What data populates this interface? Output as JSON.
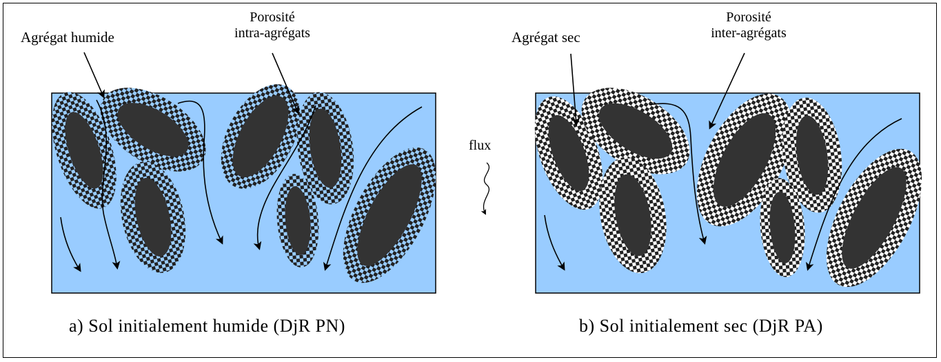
{
  "panel_a": {
    "label_aggregate": "Agrégat humide",
    "label_porosity": [
      "Porosité",
      "intra-agrégats"
    ],
    "caption": "a) Sol initialement humide (DjR PN)"
  },
  "panel_b": {
    "label_aggregate": "Agrégat sec",
    "label_porosity": [
      "Porosité",
      "inter-agrégats"
    ],
    "caption": "b) Sol initialement sec (DjR PA)"
  },
  "flux_label": "flux",
  "colors": {
    "water": "#99ccff",
    "aggregate_core": "#333333",
    "pattern_dark": "#222222",
    "outline": "#000000"
  }
}
